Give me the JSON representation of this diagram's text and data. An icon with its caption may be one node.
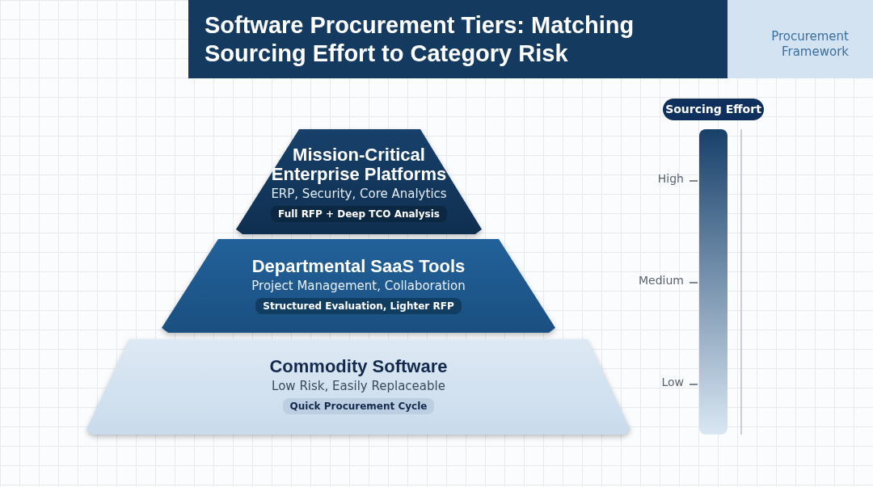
{
  "diagram": {
    "title": "Software Procurement Tiers: Matching Sourcing Effort to Category Risk",
    "nodes": [
      {
        "text": [
          "Mission-Critical Enterprise Platforms",
          "ERP, Security, Core Analytics",
          "Full RFP + Deep TCO Analysis"
        ]
      },
      {
        "text": [
          "Departmental SaaS Tools",
          "Project Management, Collaboration",
          "Structured Evaluation, Lighter RFP"
        ]
      },
      {
        "text": [
          "Commodity Software",
          "Low Risk, Easily Replaceable",
          "Quick Procurement Cycle"
        ]
      }
    ],
    "edges": [],
    "labels": [
      "Procurement Framework",
      "Sourcing Effort",
      "High",
      "Medium",
      "Low"
    ]
  }
}
